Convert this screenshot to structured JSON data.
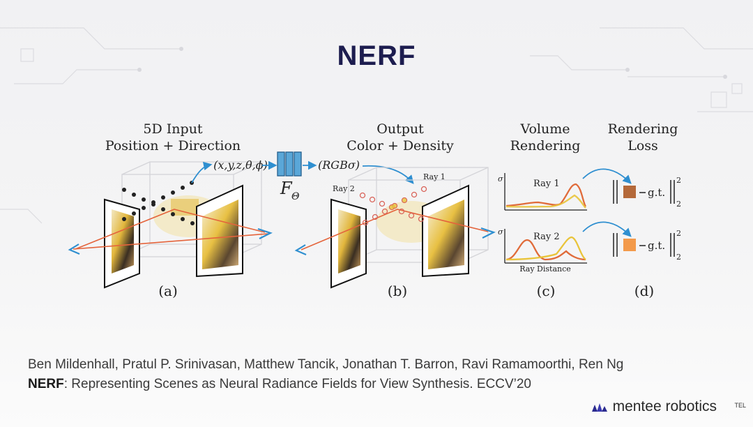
{
  "slide": {
    "title": "NERF"
  },
  "figure": {
    "panel_a": {
      "title_line1": "5D Input",
      "title_line2": "Position + Direction",
      "caption": "(a)"
    },
    "panel_b": {
      "title_line1": "Output",
      "title_line2": "Color + Density",
      "caption": "(b)",
      "ray1_label": "Ray 1",
      "ray2_label": "Ray 2"
    },
    "panel_c": {
      "title_line1": "Volume",
      "title_line2": "Rendering",
      "caption": "(c)",
      "graph1_label": "Ray 1",
      "graph2_label": "Ray 2",
      "sigma_label": "σ",
      "xaxis_label": "Ray Distance"
    },
    "panel_d": {
      "title_line1": "Rendering",
      "title_line2": "Loss",
      "caption": "(d)",
      "gt_label": "g.t.",
      "exponent": "2",
      "subscript": "2"
    },
    "input_tuple": "(x,y,z,θ,ϕ)",
    "output_tuple": "(RGBσ)",
    "network_label": "F",
    "network_subscript": "Θ",
    "colors": {
      "ray_blue": "#2f8fd0",
      "ray_orange": "#e4643c",
      "network_blue": "#5aa7d8",
      "loss_ray1": "#b4693a",
      "loss_ray2": "#f39a4b",
      "curve_orange": "#e06b3a",
      "curve_yellow": "#e9c43a"
    }
  },
  "citation": {
    "authors": "Ben Mildenhall, Pratul P. Srinivasan, Matthew Tancik, Jonathan T. Barron, Ravi Ramamoorthi, Ren Ng",
    "paper_bold": "NERF",
    "paper_rest": ": Representing Scenes as Neural Radiance Fields for View Synthesis. ECCV’20"
  },
  "brand": {
    "name": "mentee robotics",
    "suffix": "TEL"
  }
}
